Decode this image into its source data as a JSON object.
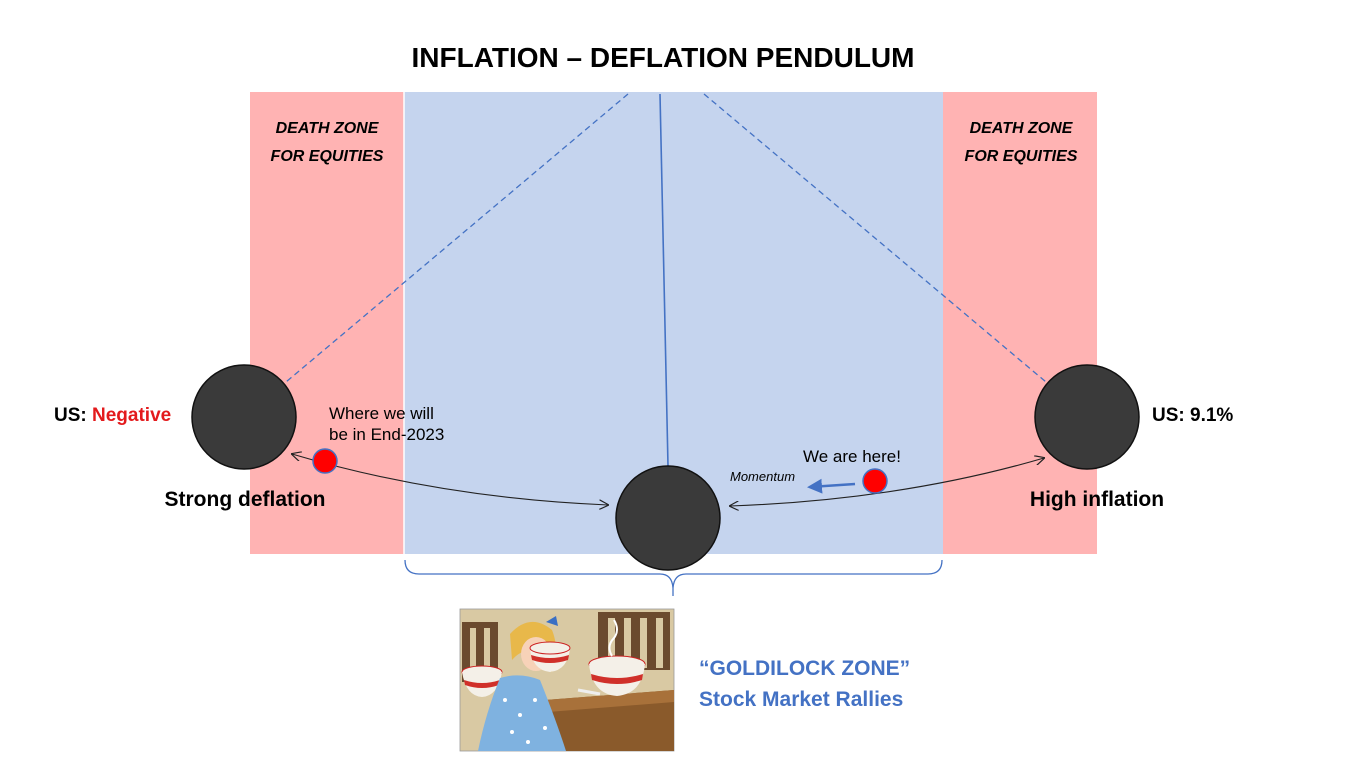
{
  "title": "INFLATION – DEFLATION PENDULUM",
  "zones": {
    "left_death": {
      "line1": "DEATH ZONE",
      "line2": "FOR EQUITIES"
    },
    "right_death": {
      "line1": "DEATH ZONE",
      "line2": "FOR EQUITIES"
    }
  },
  "left": {
    "country_prefix": "US: ",
    "country_value": "Negative",
    "state_label": "Strong deflation"
  },
  "right": {
    "country_label": "US: 9.1%",
    "state_label": "High inflation"
  },
  "markers": {
    "future": {
      "line1": "Where we will",
      "line2": "be in End-2023"
    },
    "current": {
      "label": "We are here!",
      "momentum": "Momentum"
    }
  },
  "goldilock": {
    "line1": "“GOLDILOCK ZONE”",
    "line2": "Stock Market Rallies"
  },
  "colors": {
    "death_zone": "#ffb3b3",
    "goldilock_zone": "#c5d4ee",
    "bob": "#3a3a3a",
    "marker": "#ff0000",
    "accent_blue": "#4472c4",
    "negative_red": "#e31a1c"
  }
}
